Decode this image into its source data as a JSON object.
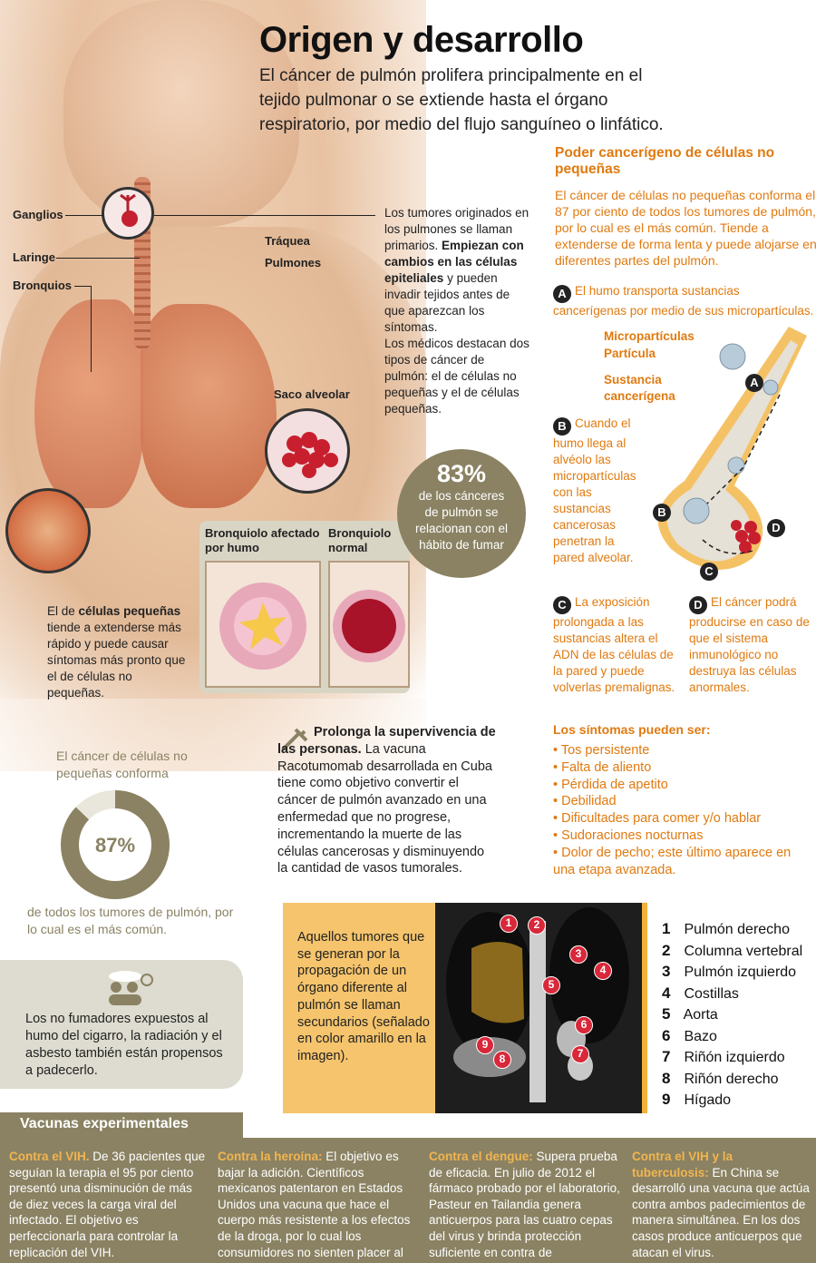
{
  "header": {
    "title": "Origen y desarrollo",
    "lead": "El cáncer de pulmón prolifera principalmente en el tejido pulmonar o se extiende hasta el órgano respiratorio, por medio del flujo sanguíneo o linfático."
  },
  "anatomy_labels": {
    "ganglios": "Ganglios",
    "laringe": "Laringe",
    "bronquios": "Bronquios",
    "traquea": "Tráquea",
    "pulmones": "Pulmones",
    "saco": "Saco alveolar",
    "bronq_humo": "Bronquiolo afectado por humo",
    "bronq_normal": "Bronquiolo normal"
  },
  "primary_text": {
    "p1": "Los tumores originados en los pulmones se llaman primarios.",
    "p1_bold": "Empiezan con cambios en las células epiteliales",
    "p1_rest": "y pueden invadir tejidos antes de que aparezcan los síntomas.",
    "p2": "Los médicos destacan dos tipos de cáncer de pulmón: el de células no pequeñas y el de células pequeñas."
  },
  "stat83": {
    "value": "83%",
    "text": "de los cánceres de pulmón se relacionan con el hábito de fumar"
  },
  "small_cells": {
    "pre": "El de",
    "bold": "células pequeñas",
    "post": "tiende a extenderse más rápido y puede causar síntomas más pronto que el de células no pequeñas."
  },
  "nsclc": {
    "heading": "Poder cancerígeno de células no pequeñas",
    "text": "El cáncer de células no pequeñas conforma el 87 por ciento de todos los tumores de pulmón, por lo cual es el más común. Tiende a extenderse de forma lenta y puede alojarse en diferentes partes del pulmón."
  },
  "steps": {
    "A": "El humo transporta sustancias cancerígenas por medio de sus micropartículas.",
    "B": "Cuando el humo llega al alvéolo las micropartículas con las sustancias cancerosas penetran la pared alveolar.",
    "C": "La exposición prolongada a las sustancias altera el ADN de las células de la pared y puede volverlas premalignas.",
    "D": "El cáncer podrá producirse en caso de que el sistema inmunológico no destruya las células anormales."
  },
  "diagram_labels": {
    "micro": "Micropartículas",
    "particula": "Partícula",
    "sustancia": "Sustancia cancerígena",
    "A": "A",
    "B": "B",
    "C": "C",
    "D": "D"
  },
  "vaccine": {
    "bold": "Prolonga la supervivencia de las personas.",
    "text": "La vacuna Racotumomab desarrollada en Cuba tiene como objetivo convertir el cáncer de pulmón avanzado en una enfermedad que no progrese, incrementando la muerte de las células cancerosas y disminuyendo la cantidad de vasos tumorales."
  },
  "symptoms": {
    "heading": "Los síntomas pueden ser:",
    "items": [
      "• Tos persistente",
      "• Falta de aliento",
      "• Pérdida de apetito",
      "• Debilidad",
      "• Dificultades para comer y/o hablar",
      "• Sudoraciones nocturnas",
      "• Dolor de pecho; este último aparece en una etapa avanzada."
    ]
  },
  "stat87": {
    "top": "El cáncer de células no pequeñas conforma",
    "value": "87%",
    "bottom": "de todos los tumores de pulmón, por lo cual es el más común.",
    "fraction": 0.87
  },
  "nonsmokers": "Los no fumadores expuestos al humo del cigarro, la radiación y el asbesto también están propensos a padecerlo.",
  "secondary": "Aquellos tumores que se generan por la propagación de un órgano diferente al pulmón se llaman secundarios (señalado en color amarillo en la imagen).",
  "legend": [
    {
      "n": "1",
      "label": "Pulmón derecho"
    },
    {
      "n": "2",
      "label": "Columna vertebral"
    },
    {
      "n": "3",
      "label": "Pulmón izquierdo"
    },
    {
      "n": "4",
      "label": "Costillas"
    },
    {
      "n": "5",
      "label": "Aorta"
    },
    {
      "n": "6",
      "label": "Bazo"
    },
    {
      "n": "7",
      "label": "Riñón izquierdo"
    },
    {
      "n": "8",
      "label": "Riñón derecho"
    },
    {
      "n": "9",
      "label": "Hígado"
    }
  ],
  "xray_marks": [
    "1",
    "2",
    "3",
    "4",
    "5",
    "6",
    "7",
    "8",
    "9"
  ],
  "vaccines": {
    "heading": "Vacunas experimentales",
    "cols": [
      {
        "h": "Contra el VIH.",
        "t": "De 36 pacientes que seguían la terapia el 95 por ciento presentó una disminución de más de diez veces la carga viral del infectado. El objetivo es perfeccionarla para controlar la replicación del VIH."
      },
      {
        "h": "Contra la heroína:",
        "t": "El objetivo es bajar la adición. Científicos mexicanos patentaron en Estados Unidos una vacuna que hace el cuerpo más resistente a los efectos de la droga, por lo cual los consumidores no sienten placer al usarla. Sólo ha"
      },
      {
        "h": "Contra el dengue:",
        "t": "Supera prueba de eficacia. En julio de 2012 el fármaco probado por el laboratorio, Pasteur en Tailandia genera anticuerpos para las cuatro cepas del virus y brinda protección suficiente en contra de"
      },
      {
        "h": "Contra el VIH y la tuberculosis:",
        "t": "En China se desarrolló una vacuna que actúa contra ambos padecimientos de manera simultánea. En los dos casos produce anticuerpos que atacan el virus."
      }
    ]
  },
  "colors": {
    "accent": "#e07a10",
    "khaki": "#8a8263",
    "yellow": "#f5c46c",
    "red": "#d8283a"
  }
}
